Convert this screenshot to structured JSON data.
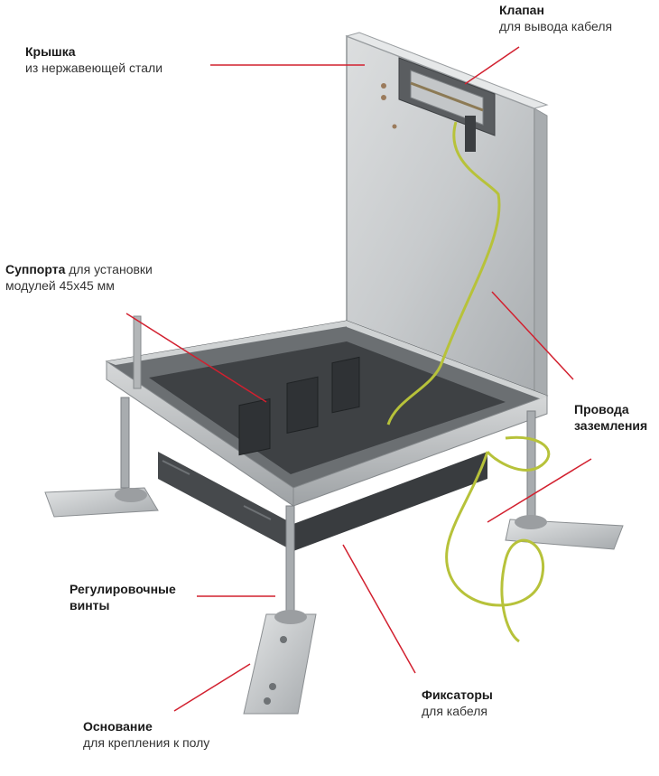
{
  "callouts": {
    "lid": {
      "title": "Крышка",
      "subtitle": "из нержавеющей стали"
    },
    "flap": {
      "title": "Клапан",
      "subtitle": "для вывода кабеля"
    },
    "supports": {
      "title": "Суппорта",
      "title_suffix": "для установки",
      "subtitle": "модулей 45х45 мм"
    },
    "ground_wires": {
      "title_line1": "Провода",
      "title_line2": "заземления"
    },
    "adjust_screws": {
      "title_line1": "Регулировочные",
      "title_line2": "винты"
    },
    "cable_fixers": {
      "title": "Фиксаторы",
      "subtitle": "для кабеля"
    },
    "base": {
      "title": "Основание",
      "subtitle": "для крепления к полу"
    }
  },
  "colors": {
    "leader_line": "#d2202f",
    "steel_light": "#d9dbdc",
    "steel_mid": "#b9bcbe",
    "steel_dark": "#8e9295",
    "plastic": "#4a4d50",
    "ground_wire": "#b7c23a"
  }
}
